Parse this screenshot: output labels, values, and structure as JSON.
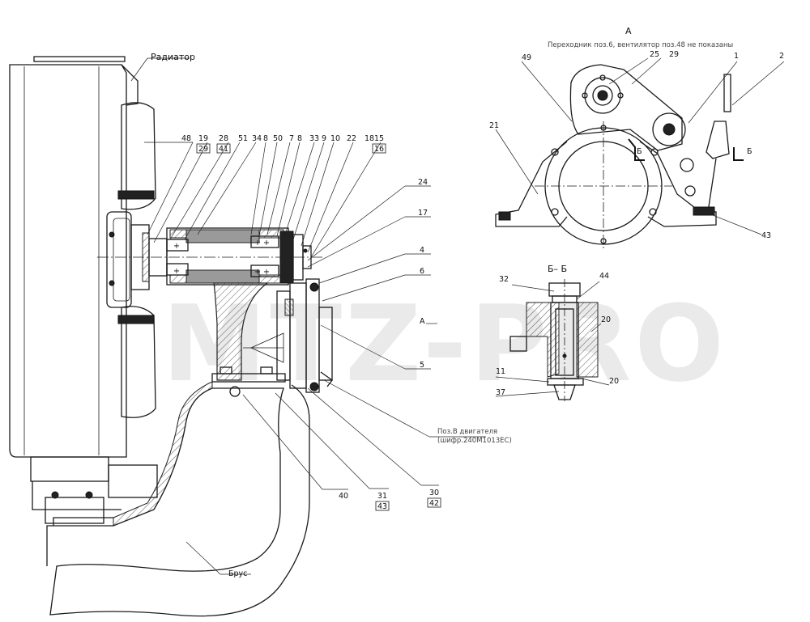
{
  "watermark": "MTZ-PRO",
  "view_a": {
    "title": "А",
    "note": "Переходник поз.6, вентилятор поз.48 не показаны"
  },
  "section_bb": {
    "title": "Б– Б"
  },
  "section_marks": {
    "b_left": "Б",
    "b_right": "Б"
  },
  "text_labels": {
    "radiator": "Радиатор",
    "beam": "Брус",
    "engine_line1": "Поз.В двигателя",
    "engine_line2": "(шифр.240М1013ЕС)",
    "arrow_a": "А"
  },
  "callouts": {
    "c48": "48",
    "c19": "19",
    "c29": "29",
    "c28": "28",
    "c41": "41",
    "c51": "51",
    "c34": "34",
    "c8a": "8",
    "c50": "50",
    "c7": "7",
    "c8b": "8",
    "c33": "33",
    "c9": "9",
    "c10": "10",
    "c22": "22",
    "c18": "18",
    "c15": "15",
    "c16": "16",
    "c24": "24",
    "c17": "17",
    "c4": "4",
    "c6": "6",
    "c5": "5",
    "c40": "40",
    "c31": "31",
    "c43a": "43",
    "c30": "30",
    "c42": "42",
    "a49": "49",
    "a25": "25",
    "a29": "29",
    "a1": "1",
    "a2": "2",
    "a21": "21",
    "a43": "43",
    "b32": "32",
    "b44": "44",
    "b20a": "20",
    "b11": "11",
    "b20b": "20",
    "b37": "37"
  }
}
